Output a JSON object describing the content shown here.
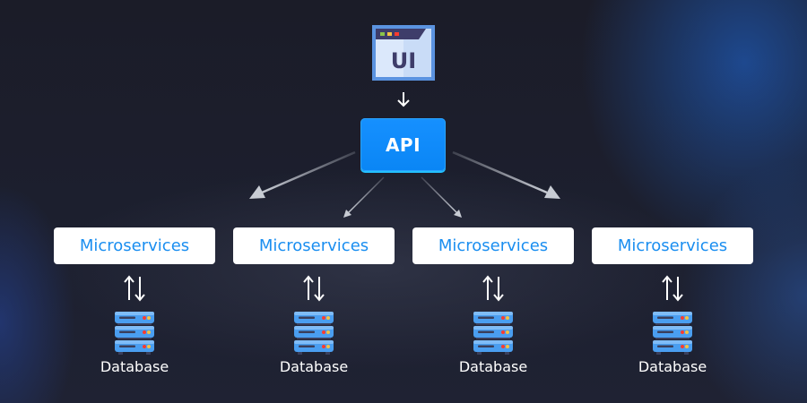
{
  "diagram": {
    "ui_node": {
      "label": "UI",
      "icon": "browser-window-icon"
    },
    "api_node": {
      "label": "API"
    },
    "services": [
      {
        "label": "Microservices",
        "database_label": "Database"
      },
      {
        "label": "Microservices",
        "database_label": "Database"
      },
      {
        "label": "Microservices",
        "database_label": "Database"
      },
      {
        "label": "Microservices",
        "database_label": "Database"
      }
    ],
    "edges": [
      {
        "from": "UI",
        "to": "API",
        "style": "arrow-down"
      },
      {
        "from": "API",
        "to": "Microservices 1",
        "style": "arrow"
      },
      {
        "from": "API",
        "to": "Microservices 2",
        "style": "arrow"
      },
      {
        "from": "API",
        "to": "Microservices 3",
        "style": "arrow"
      },
      {
        "from": "API",
        "to": "Microservices 4",
        "style": "arrow"
      },
      {
        "from": "Microservices",
        "to": "Database",
        "style": "bidirectional"
      }
    ]
  },
  "colors": {
    "api_blue": "#0a86f5",
    "microservice_text": "#1a8ef0",
    "db_blue": "#4a9ef0",
    "db_led_red": "#ff3b2f",
    "db_led_yellow": "#f5c242",
    "ui_window_frame": "#5b93e0",
    "ui_title_bar": "#3e3d6a"
  }
}
